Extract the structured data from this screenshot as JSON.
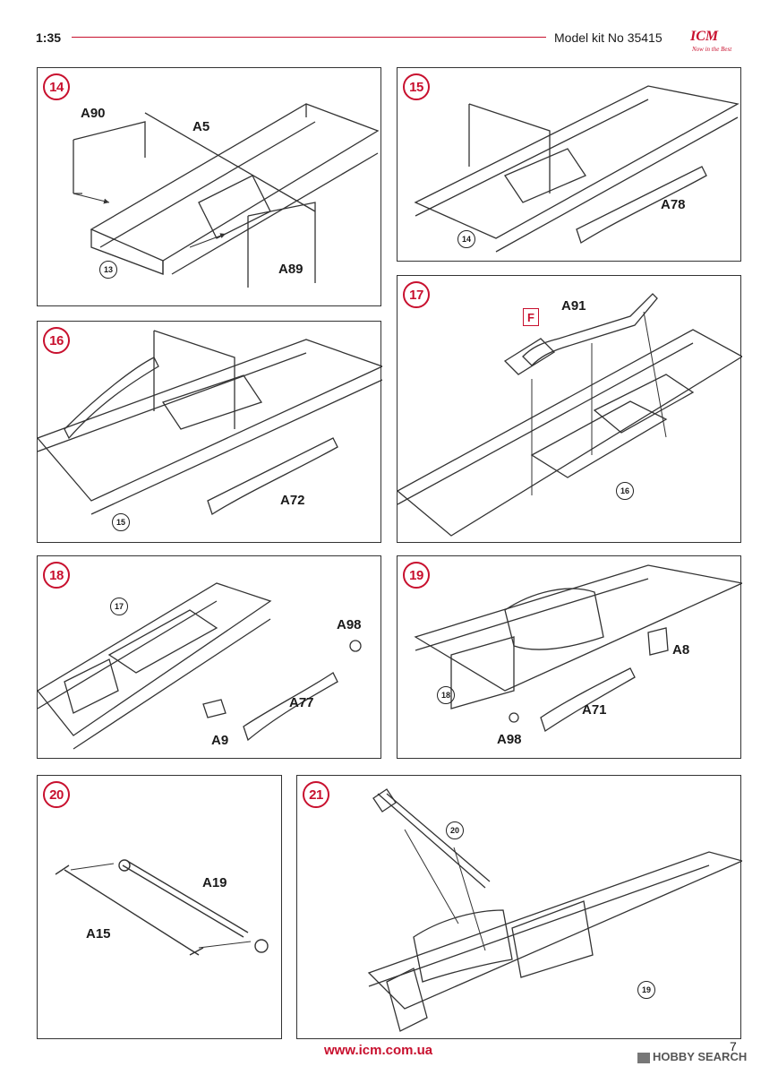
{
  "header": {
    "scale": "1:35",
    "kit": "Model kit No 35415"
  },
  "logo": {
    "brand": "ICM",
    "tagline": "Now in the Best"
  },
  "steps": [
    {
      "number": "14",
      "parts": [
        "A90",
        "A5",
        "A89"
      ],
      "ref": "13"
    },
    {
      "number": "15",
      "parts": [
        "A78"
      ],
      "ref": "14"
    },
    {
      "number": "16",
      "parts": [
        "A72"
      ],
      "ref": "15"
    },
    {
      "number": "17",
      "parts": [
        "A91"
      ],
      "color": "F",
      "ref": "16"
    },
    {
      "number": "18",
      "parts": [
        "A98",
        "A77",
        "A9"
      ],
      "ref": "17"
    },
    {
      "number": "19",
      "parts": [
        "A8",
        "A71",
        "A98"
      ],
      "ref": "18"
    },
    {
      "number": "20",
      "parts": [
        "A19",
        "A15"
      ]
    },
    {
      "number": "21",
      "refs": [
        "20",
        "19"
      ]
    }
  ],
  "footer": {
    "url": "www.icm.com.ua",
    "page": "7",
    "watermark": "HOBBY SEARCH"
  },
  "colors": {
    "accent": "#c8102e",
    "line": "#333333"
  }
}
